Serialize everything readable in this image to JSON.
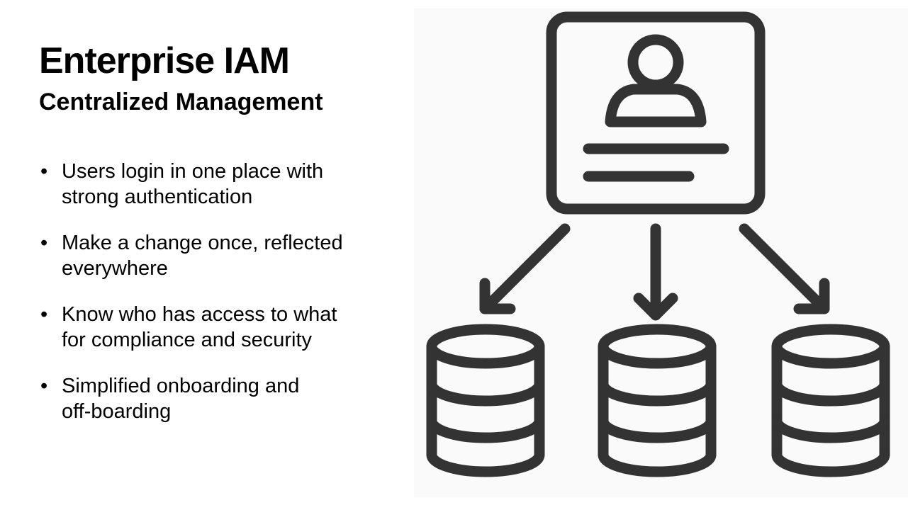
{
  "slide": {
    "title": "Enterprise IAM",
    "subtitle": "Centralized Management",
    "bullets": [
      {
        "line1": "Users login in one place with",
        "line2": "strong authentication"
      },
      {
        "line1": "Make a change once, reflected",
        "line2": "everywhere"
      },
      {
        "line1": "Know who has access to what",
        "line2": "for compliance and security"
      },
      {
        "line1": "Simplified onboarding and",
        "line2": "off-boarding"
      }
    ],
    "bullet_glyph": "•"
  },
  "illustration": {
    "icons": [
      "user-profile-card-icon",
      "arrow-icon",
      "database-icon"
    ],
    "stroke_color": "#333333",
    "background_color": "#fafafa"
  }
}
